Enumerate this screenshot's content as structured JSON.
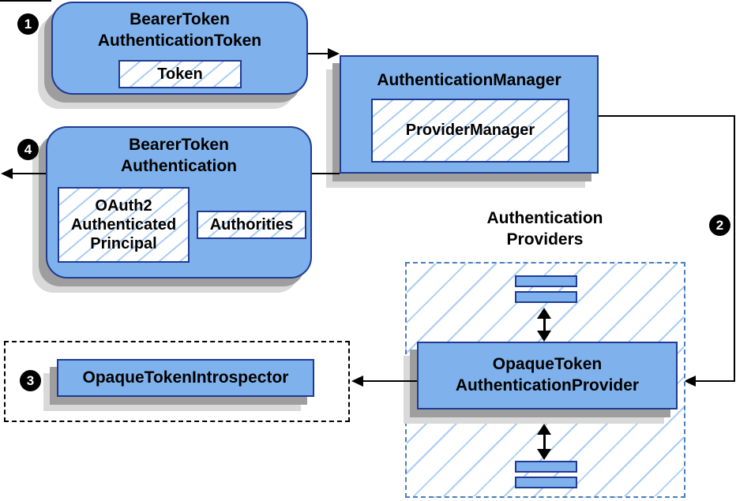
{
  "colors": {
    "node_fill": "#7fb2ec",
    "node_border": "#1f3a93",
    "hatch_line": "#a9cdf5",
    "dash_blue": "#4a7ebb",
    "dash_black": "#000000",
    "shadow_dark": "#9e9e9e",
    "shadow_light": "#d9d9d9",
    "arrow": "#000000",
    "badge_bg": "#000000",
    "badge_text": "#ffffff"
  },
  "badges": {
    "step1": "1",
    "step2": "2",
    "step3": "3",
    "step4": "4"
  },
  "nodes": {
    "bearer_token_authentication_token": {
      "title": "BearerToken\nAuthenticationToken",
      "token": "Token"
    },
    "authentication_manager": {
      "title": "AuthenticationManager",
      "provider_manager": "ProviderManager"
    },
    "bearer_token_authentication": {
      "title": "BearerToken\nAuthentication",
      "principal": "OAuth2\nAuthenticated\nPrincipal",
      "authorities": "Authorities"
    },
    "introspector": {
      "label": "OpaqueTokenIntrospector"
    },
    "providers": {
      "label": "Authentication\nProviders",
      "provider": "OpaqueToken\nAuthenticationProvider"
    }
  }
}
